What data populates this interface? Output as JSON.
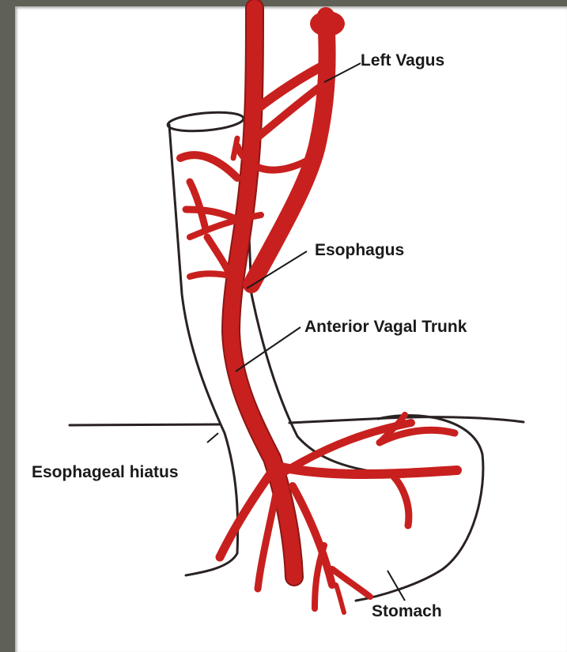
{
  "labels": {
    "left_vagus": "Left Vagus",
    "esophagus": "Esophagus",
    "anterior_vagal_trunk": "Anterior Vagal Trunk",
    "esophageal_hiatus": "Esophageal hiatus",
    "stomach": "Stomach"
  },
  "colors": {
    "nerve": "#c8201e",
    "outline": "#2a2222",
    "frame": "#5f6056",
    "background": "#ffffff"
  }
}
